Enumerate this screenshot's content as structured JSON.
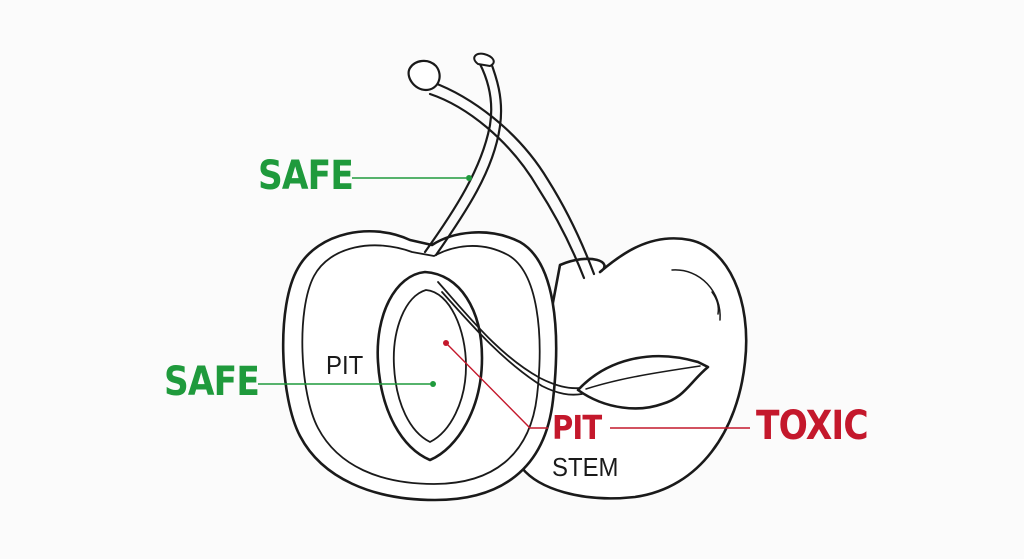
{
  "colors": {
    "safe": "#1f9a3c",
    "toxic": "#c4182c",
    "ink": "#1a1a1a",
    "background": "#fbfbfb"
  },
  "labels": {
    "safe_stem": "SAFE",
    "safe_flesh": "SAFE",
    "pit_inner": "PIT",
    "pit_toxic": "PIT",
    "stem": "STEM",
    "toxic": "TOXIC"
  }
}
